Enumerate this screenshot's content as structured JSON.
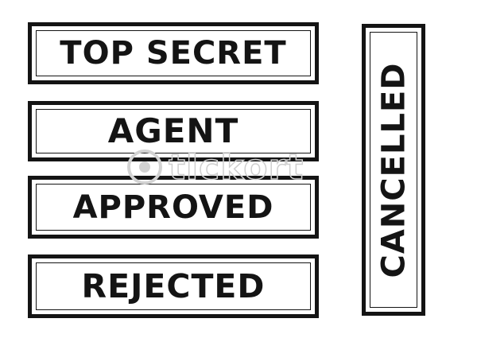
{
  "stamps": {
    "top_secret": {
      "label": "TOP SECRET"
    },
    "agent": {
      "label": "AGENT"
    },
    "approved": {
      "label": "APPROVED"
    },
    "rejected": {
      "label": "REJECTED"
    },
    "cancelled": {
      "label": "CANCELLED"
    }
  },
  "watermark": {
    "text": "tlckort"
  },
  "colors": {
    "ink": "#141414",
    "background": "#ffffff",
    "watermark": "#d2d2d2"
  }
}
